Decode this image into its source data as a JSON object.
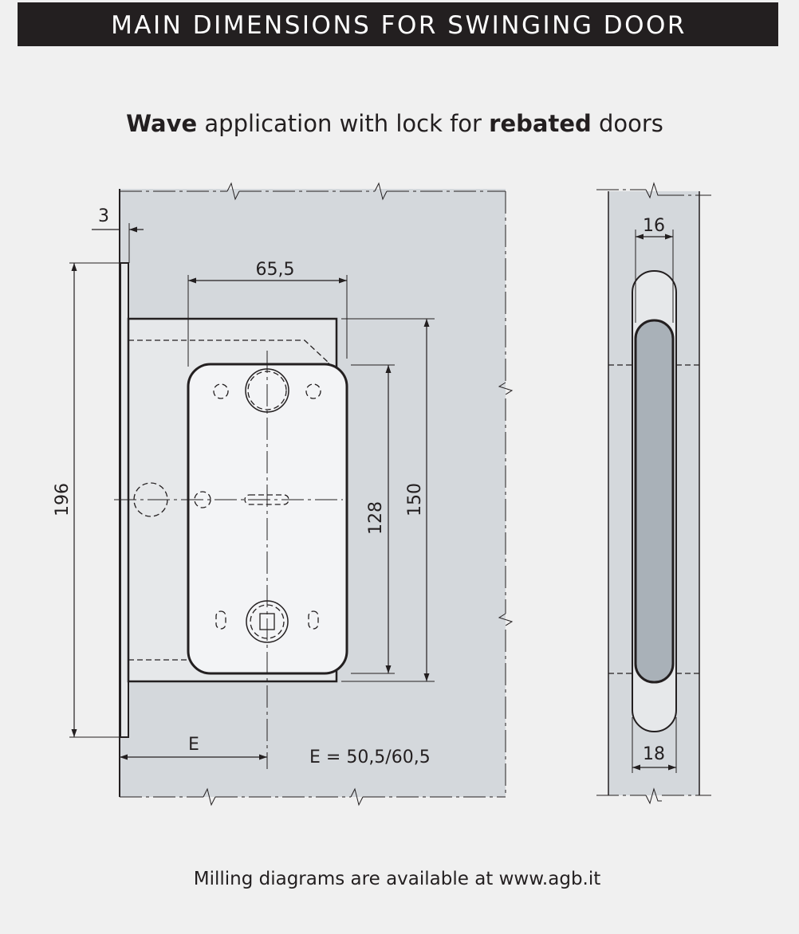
{
  "header": {
    "title": "MAIN DIMENSIONS FOR SWINGING DOOR"
  },
  "subtitle": {
    "part1": "Wave",
    "part2": " application with lock for ",
    "part3": "rebated",
    "part4": " doors"
  },
  "dimensions": {
    "faceplate_thickness": "3",
    "faceplate_height": "196",
    "body_width": "65,5",
    "cover_height": "128",
    "body_height": "150",
    "backset_label": "E",
    "backset_values": "E = 50,5/60,5",
    "side_top_width": "16",
    "side_bottom_width": "18"
  },
  "footer": {
    "note": "Milling diagrams are available at www.agb.it"
  },
  "colors": {
    "header_bg": "#231f20",
    "panel": "#d4d8dc",
    "body": "#e6e8ea",
    "plate": "#f3f4f6",
    "handle": "#a9b1b8"
  }
}
